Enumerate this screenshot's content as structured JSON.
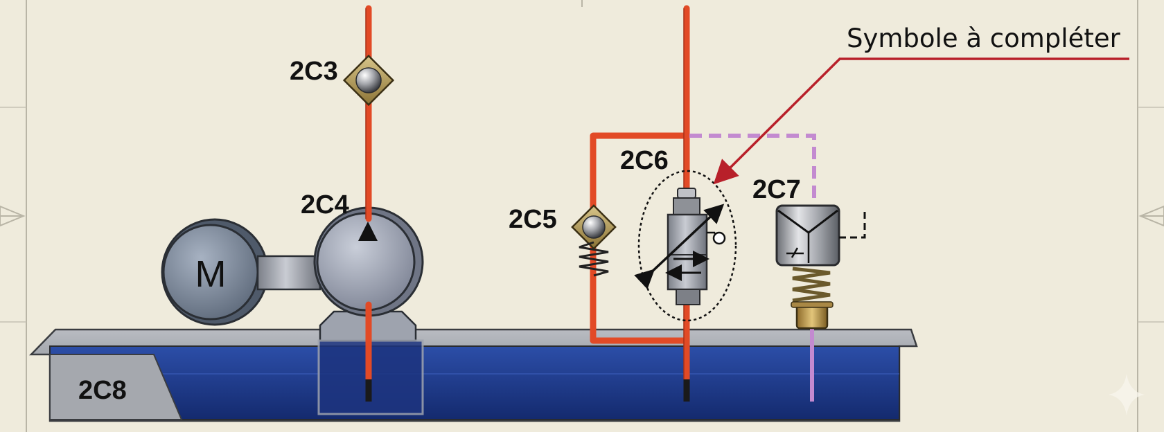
{
  "labels": {
    "c3": "2C3",
    "c4": "2C4",
    "c5": "2C5",
    "c6": "2C6",
    "c7": "2C7",
    "c8": "2C8",
    "motor": "M"
  },
  "callout": {
    "text": "Symbole à compléter"
  },
  "colors": {
    "background": "#efebdc",
    "pressure_line": "#e24a26",
    "pilot_line": "#c38ad0",
    "fluid": "#1f3a8f",
    "arrow": "#b8202a",
    "frame": "#b9b5a6"
  }
}
